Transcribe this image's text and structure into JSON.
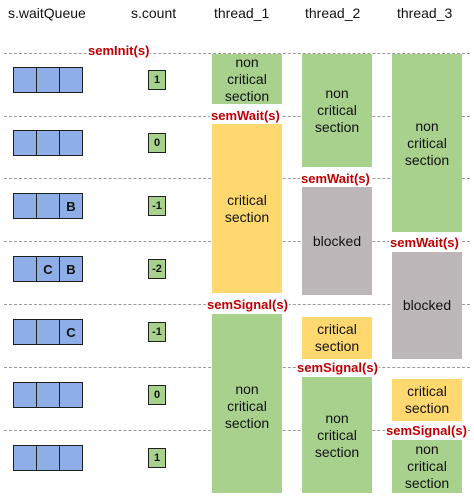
{
  "headers": {
    "queue": "s.waitQueue",
    "count": "s.count",
    "thread_1": "thread_1",
    "thread_2": "thread_2",
    "thread_3": "thread_3"
  },
  "rows": [
    {
      "queue": [
        "",
        "",
        ""
      ],
      "count": "1"
    },
    {
      "queue": [
        "",
        "",
        ""
      ],
      "count": "0"
    },
    {
      "queue": [
        "",
        "",
        "B"
      ],
      "count": "-1"
    },
    {
      "queue": [
        "",
        "C",
        "B"
      ],
      "count": "-2"
    },
    {
      "queue": [
        "",
        "",
        "C"
      ],
      "count": "-1"
    },
    {
      "queue": [
        "",
        "",
        ""
      ],
      "count": "0"
    },
    {
      "queue": [
        "",
        "",
        ""
      ],
      "count": "1"
    }
  ],
  "blocks": {
    "t1_noncritical_top": "non\ncritical\nsection",
    "t1_critical": "critical\nsection",
    "t1_noncritical_bottom": "non\ncritical\nsection",
    "t2_noncritical_top": "non\ncritical\nsection",
    "t2_blocked": "blocked",
    "t2_critical": "critical\nsection",
    "t2_noncritical_bottom": "non\ncritical\nsection",
    "t3_noncritical_top": "non\ncritical\nsection",
    "t3_blocked": "blocked",
    "t3_critical": "critical\nsection",
    "t3_noncritical_bottom": "non\ncritical\nsection"
  },
  "calls": {
    "sem_init": "semInit(s)",
    "t1_wait": "semWait(s)",
    "t2_wait": "semWait(s)",
    "t3_wait": "semWait(s)",
    "t1_signal": "semSignal(s)",
    "t2_signal": "semSignal(s)",
    "t3_signal": "semSignal(s)"
  },
  "colors": {
    "noncritical": "#a9d18e",
    "critical": "#ffd970",
    "blocked": "#bdb7b9",
    "queue_cell": "#8eaee8",
    "call_label": "#c00000"
  }
}
